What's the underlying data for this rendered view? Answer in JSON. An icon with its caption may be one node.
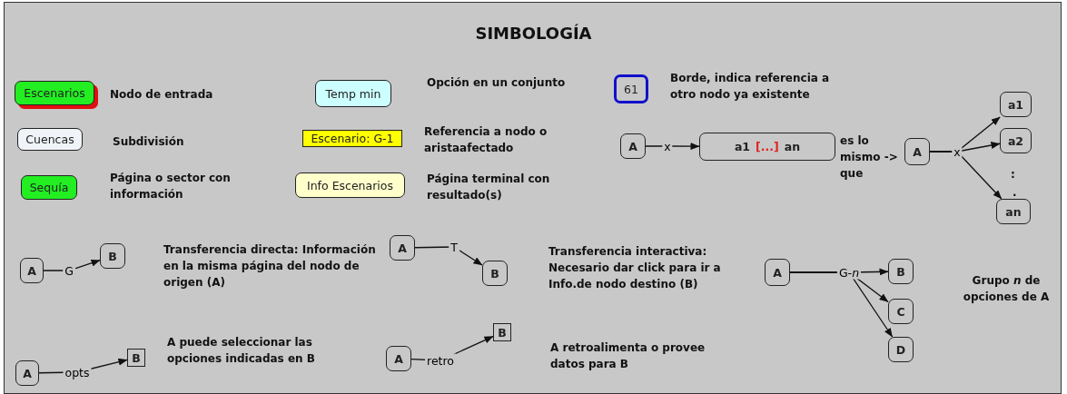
{
  "diagram": {
    "title": "SIMBOLOGÍA",
    "nodes": [
      {
        "text": [
          "Escenarios"
        ],
        "beside": [
          "Nodo de entrada"
        ]
      },
      {
        "text": [
          "Cuencas"
        ],
        "beside": [
          "Subdivisión"
        ]
      },
      {
        "text": [
          "Sequía"
        ],
        "beside": [
          "Página o sector con información"
        ]
      },
      {
        "text": [
          "Temp min"
        ],
        "beside": [
          "Opción en un conjunto"
        ]
      },
      {
        "text": [
          "Escenario: G-1"
        ],
        "beside": [
          "Referencia a nodo o aristaafectado"
        ]
      },
      {
        "text": [
          "Info Escenarios"
        ],
        "beside": [
          "Página  terminal con resultado(s)"
        ]
      },
      {
        "text": [
          "61"
        ],
        "beside": [
          "Borde, indica referencia a otro nodo ya existente"
        ]
      },
      {
        "text": [
          "A"
        ]
      },
      {
        "text": [
          "a1",
          "[...]",
          "an"
        ]
      },
      {
        "text": [
          "A"
        ]
      },
      {
        "text": [
          "a1"
        ]
      },
      {
        "text": [
          "a2"
        ]
      },
      {
        "text": [
          "an"
        ]
      },
      {
        "text": [
          "A"
        ]
      },
      {
        "text": [
          "B"
        ]
      },
      {
        "text": [
          "A"
        ]
      },
      {
        "text": [
          "B"
        ]
      },
      {
        "text": [
          "A"
        ]
      },
      {
        "text": [
          "B"
        ]
      },
      {
        "text": [
          "A"
        ]
      },
      {
        "text": [
          "B"
        ]
      },
      {
        "text": [
          "A"
        ]
      },
      {
        "text": [
          "B"
        ]
      },
      {
        "text": [
          "C"
        ]
      },
      {
        "text": [
          "D"
        ]
      }
    ],
    "edges": [
      {
        "from": 7,
        "to": 8,
        "arrow": "to",
        "label": "x"
      },
      {
        "from": 9,
        "to": 10,
        "arrow": "to",
        "label": "x"
      },
      {
        "from": 9,
        "to": 11,
        "arrow": "to"
      },
      {
        "from": 9,
        "to": 12,
        "arrow": "to"
      },
      {
        "from": 13,
        "to": 14,
        "arrow": "to",
        "label": "G"
      },
      {
        "from": 15,
        "to": 16,
        "arrow": "to",
        "label": "T"
      },
      {
        "from": 17,
        "to": 18,
        "arrow": "to",
        "label": "opts"
      },
      {
        "from": 19,
        "to": 20,
        "arrow": "to",
        "label": "retro"
      },
      {
        "from": 21,
        "to": 22,
        "arrow": "to",
        "label": "G-*n*"
      },
      {
        "from": 21,
        "to": 23,
        "arrow": "to"
      },
      {
        "from": 21,
        "to": 24,
        "arrow": "to"
      }
    ],
    "labels": [
      "es lo mismo -> que",
      ":",
      ".",
      "Transferencia directa: Información en la misma página del nodo de origen (A)",
      "Transferencia interactiva: Necesario dar click para ir a Info.de nodo destino (B)",
      "Grupo *n* de opciones de A",
      "A puede seleccionar las opciones indicadas en B",
      "A retroalimenta o provee datos para B"
    ]
  }
}
